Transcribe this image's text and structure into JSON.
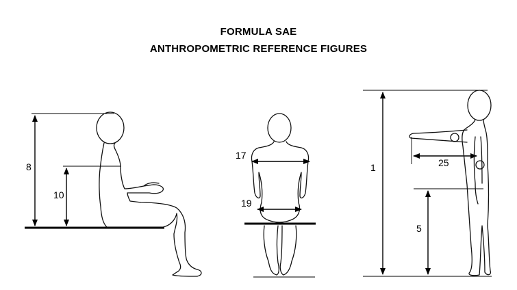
{
  "title": {
    "line1": "FORMULA SAE",
    "line2": "ANTHROPOMETRIC REFERENCE FIGURES"
  },
  "dimensions": {
    "seated_height": "8",
    "seated_shoulder": "10",
    "shoulder_width": "17",
    "hip_width": "19",
    "standing_height": "1",
    "arm_reach": "25",
    "standing_hip": "5"
  }
}
